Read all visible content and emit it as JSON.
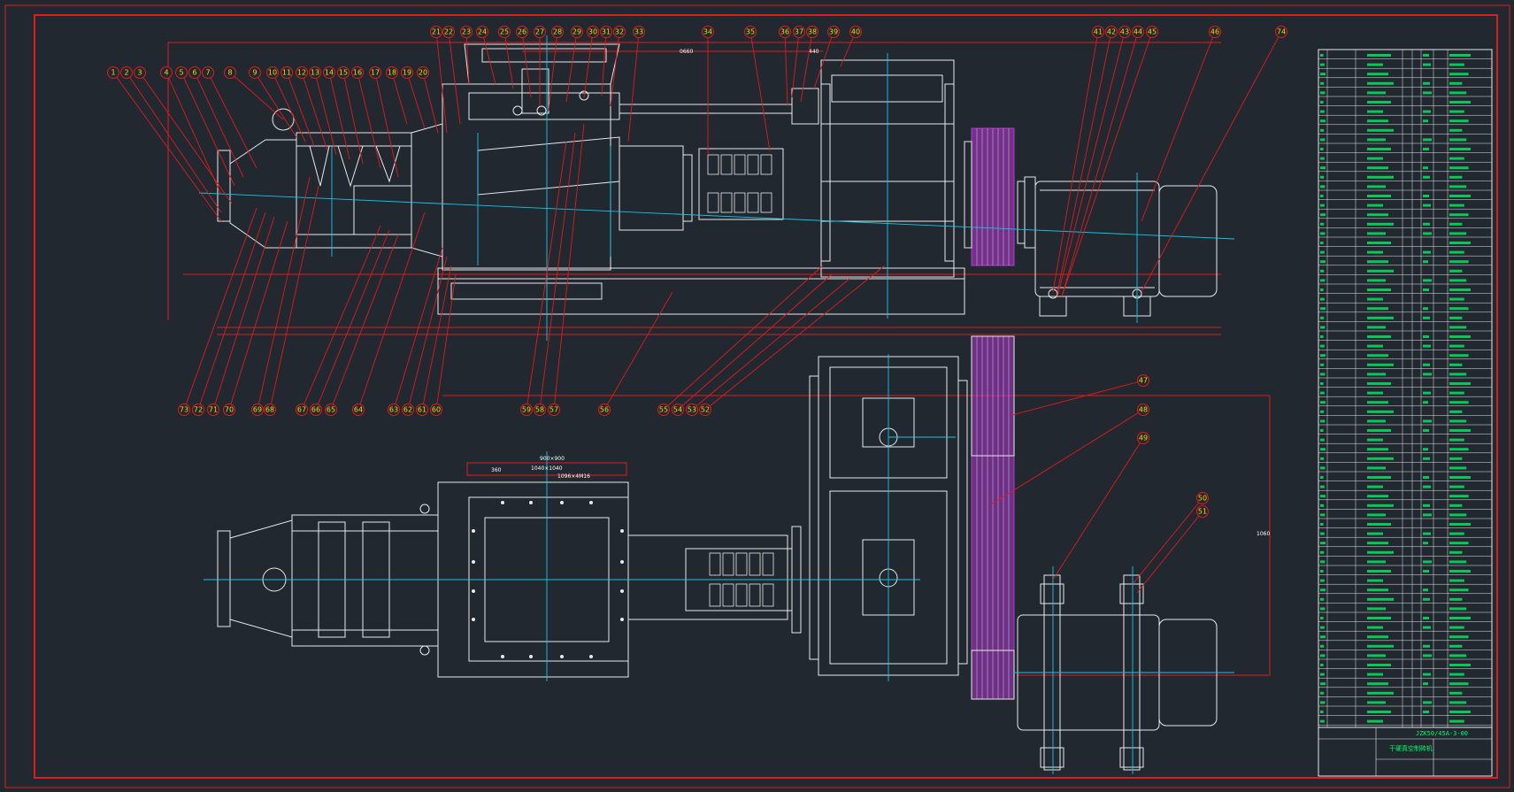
{
  "drawing": {
    "title": "",
    "background": "#212830",
    "colors": {
      "frame": "#e11b1b",
      "outline": "#e9e9e9",
      "center_line": "#16c6e6",
      "leader": "#e11b1b",
      "balloon_text": "#ffd400",
      "belt": "#b43bd0",
      "table_text": "#00ff66"
    }
  },
  "balloons": {
    "top_row": [
      "1",
      "2",
      "3",
      "4",
      "5",
      "6",
      "7",
      "8",
      "9",
      "10",
      "11",
      "12",
      "13",
      "14",
      "15",
      "16",
      "17",
      "18",
      "19",
      "20",
      "21",
      "22",
      "23",
      "24",
      "25",
      "26",
      "27",
      "28",
      "29",
      "30",
      "31",
      "32",
      "33",
      "34",
      "35",
      "36",
      "37",
      "38",
      "39",
      "40",
      "41",
      "42",
      "43",
      "44",
      "45",
      "46",
      "74"
    ],
    "bottom_row": [
      "73",
      "72",
      "71",
      "70",
      "69",
      "68",
      "67",
      "66",
      "65",
      "64",
      "63",
      "62",
      "61",
      "60",
      "59",
      "58",
      "57",
      "56",
      "55",
      "54",
      "53",
      "52"
    ],
    "plan_view": [
      "47",
      "48",
      "49",
      "50",
      "51"
    ]
  },
  "title_block": {
    "drawing_number": "JZK50/45A-3-00",
    "name": "干硬真空制砖机"
  }
}
